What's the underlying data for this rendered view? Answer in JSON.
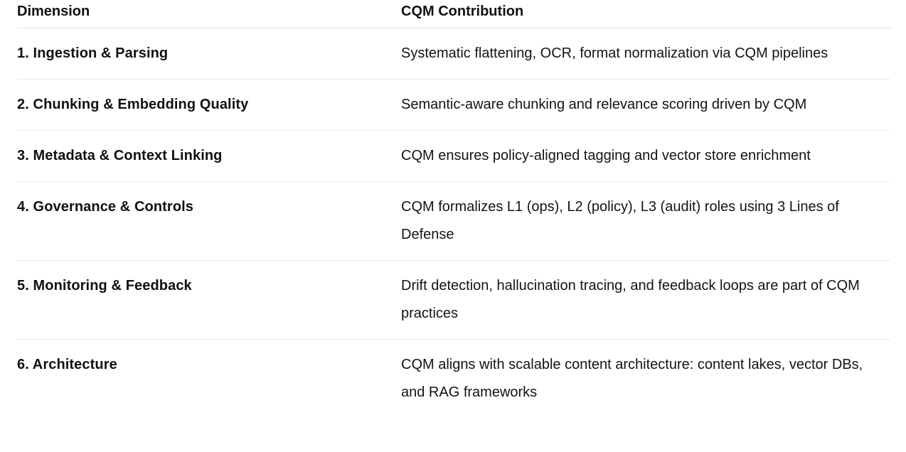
{
  "table": {
    "headers": {
      "dimension": "Dimension",
      "contribution": "CQM Contribution"
    },
    "rows": [
      {
        "dimension": "1. Ingestion & Parsing",
        "contribution": "Systematic flattening, OCR, format normalization via CQM pipelines"
      },
      {
        "dimension": "2. Chunking & Embedding Quality",
        "contribution": "Semantic-aware chunking and relevance scoring driven by CQM"
      },
      {
        "dimension": "3. Metadata & Context Linking",
        "contribution": "CQM ensures policy-aligned tagging and vector store enrichment"
      },
      {
        "dimension": "4. Governance & Controls",
        "contribution": "CQM formalizes L1 (ops), L2 (policy), L3 (audit) roles using 3 Lines of Defense"
      },
      {
        "dimension": "5. Monitoring & Feedback",
        "contribution": "Drift detection, hallucination tracing, and feedback loops are part of CQM practices"
      },
      {
        "dimension": "6. Architecture",
        "contribution": "CQM aligns with scalable content architecture: content lakes, vector DBs, and RAG frameworks"
      }
    ]
  }
}
